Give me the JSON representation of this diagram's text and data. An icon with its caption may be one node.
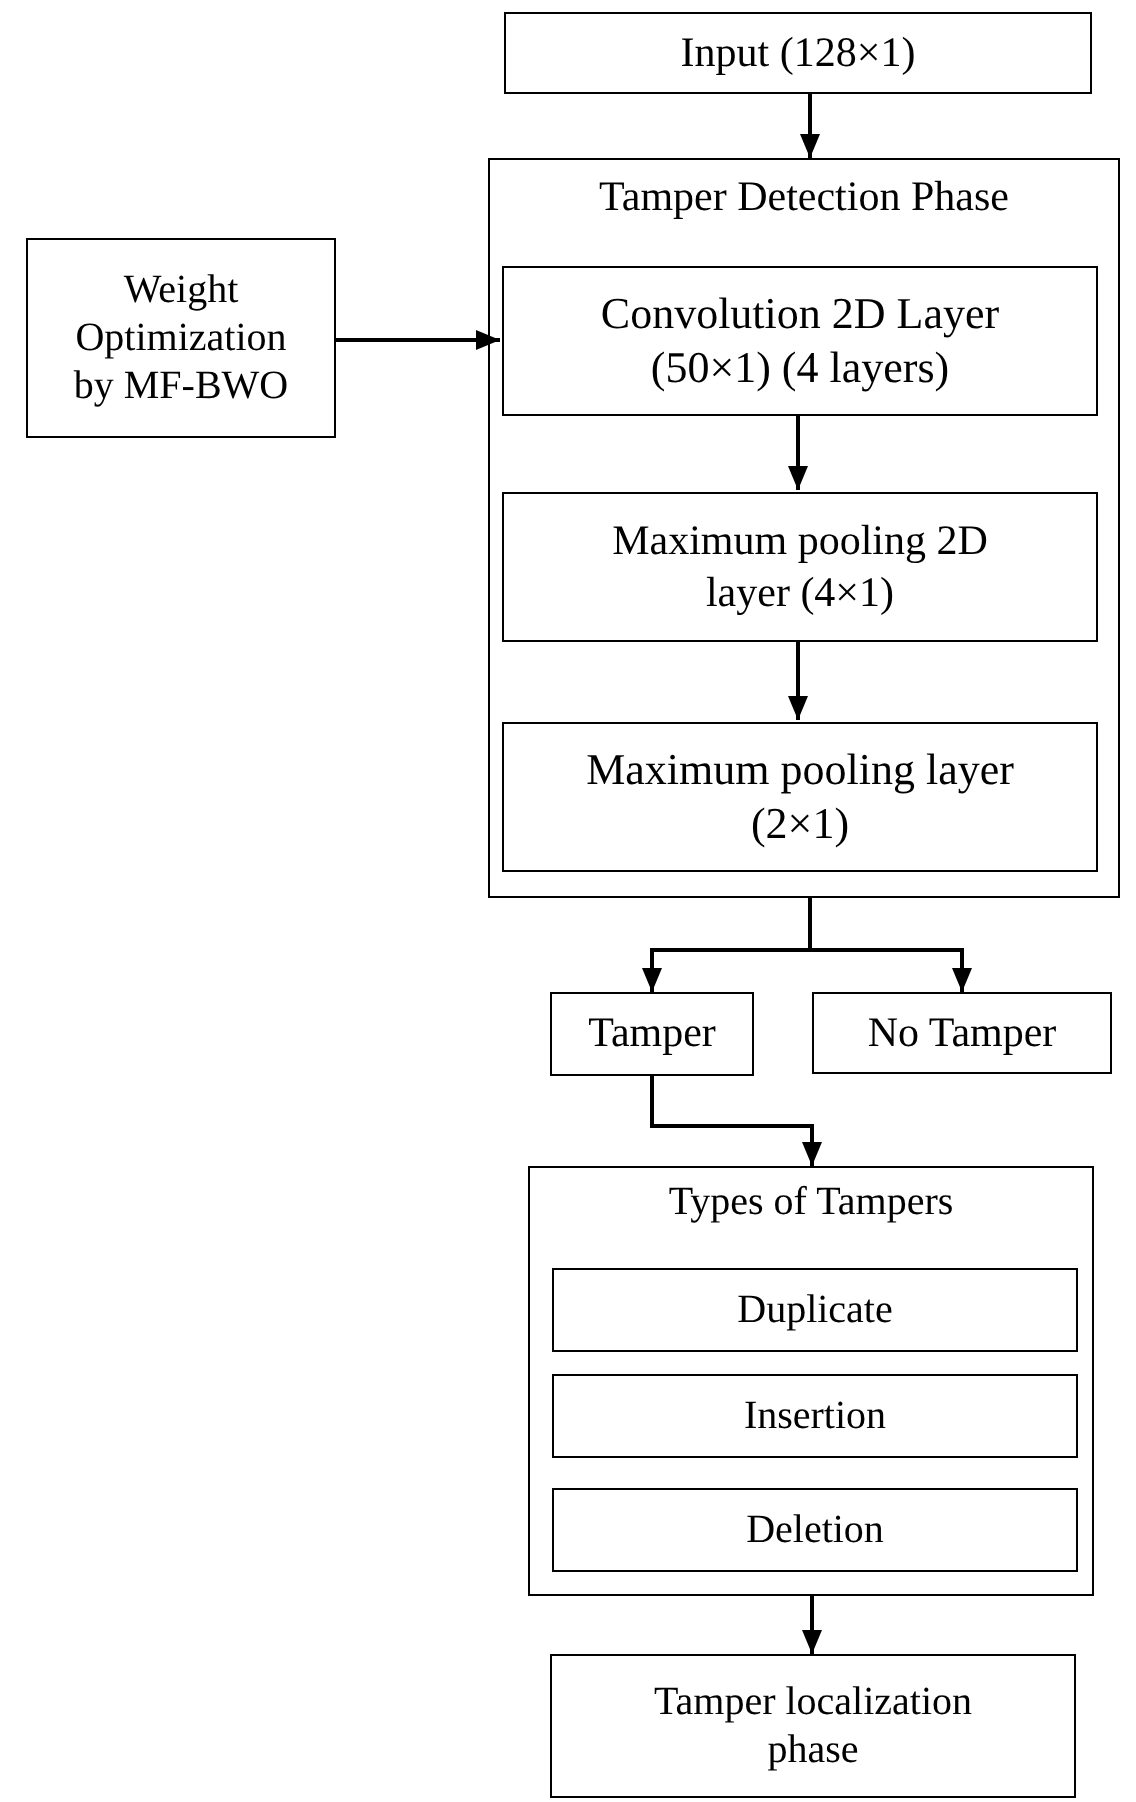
{
  "diagram": {
    "nodes": [
      {
        "text": [
          "Input (128×1)"
        ]
      },
      {
        "text": [
          "Tamper Detection Phase"
        ]
      },
      {
        "text": [
          "Weight Optimization by MF-BWO"
        ]
      },
      {
        "text": [
          "Convolution 2D Layer (50×1) (4 layers)"
        ],
        "in": 1
      },
      {
        "text": [
          "Maximum pooling 2D layer (4×1)"
        ],
        "in": 1
      },
      {
        "text": [
          "Maximum pooling layer (2×1)"
        ],
        "in": 1
      },
      {
        "text": [
          "Tamper"
        ]
      },
      {
        "text": [
          "No Tamper"
        ]
      },
      {
        "text": [
          "Types of Tampers"
        ]
      },
      {
        "text": [
          "Duplicate"
        ],
        "in": 8
      },
      {
        "text": [
          "Insertion"
        ],
        "in": 8
      },
      {
        "text": [
          "Deletion"
        ],
        "in": 8
      },
      {
        "text": [
          "Tamper localization phase"
        ]
      }
    ],
    "edges": [
      {
        "from": 0,
        "to": 1,
        "arrow": "to"
      },
      {
        "from": 2,
        "to": 3,
        "arrow": "to"
      },
      {
        "from": 3,
        "to": 4,
        "arrow": "to"
      },
      {
        "from": 4,
        "to": 5,
        "arrow": "to"
      },
      {
        "from": 1,
        "to": 6,
        "arrow": "to"
      },
      {
        "from": 1,
        "to": 7,
        "arrow": "to"
      },
      {
        "from": 6,
        "to": 8,
        "arrow": "to"
      },
      {
        "from": 8,
        "to": 12,
        "arrow": "to"
      }
    ]
  }
}
